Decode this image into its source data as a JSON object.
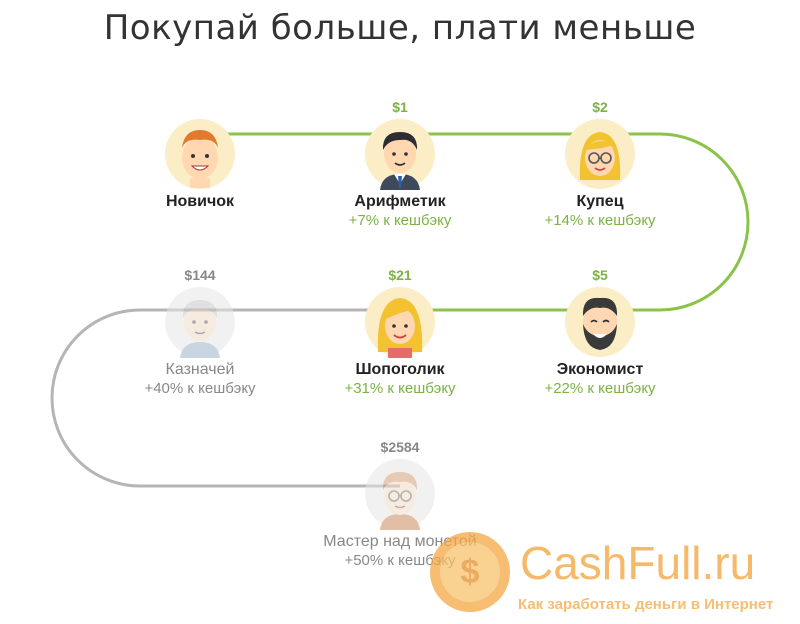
{
  "title": "Покупай больше, плати меньше",
  "colors": {
    "active": "#7cb342",
    "inactive": "#b5b5b5",
    "avatar_bg": "#fbeec6",
    "inactive_bg": "#e6e6e6",
    "watermark": "#f4a845"
  },
  "levels": [
    {
      "id": "novice",
      "price": "",
      "name": "Новичок",
      "bonus": "",
      "state": "active",
      "icon": "novice-avatar-icon"
    },
    {
      "id": "arifmetik",
      "price": "$1",
      "name": "Арифметик",
      "bonus": "+7% к кешбэку",
      "state": "active",
      "icon": "arifmetik-avatar-icon"
    },
    {
      "id": "kupets",
      "price": "$2",
      "name": "Купец",
      "bonus": "+14% к кешбэку",
      "state": "active",
      "icon": "kupets-avatar-icon"
    },
    {
      "id": "economist",
      "price": "$5",
      "name": "Экономист",
      "bonus": "+22% к кешбэку",
      "state": "active",
      "icon": "economist-avatar-icon"
    },
    {
      "id": "shopogolik",
      "price": "$21",
      "name": "Шопоголик",
      "bonus": "+31% к кешбэку",
      "state": "active",
      "icon": "shopogolik-avatar-icon"
    },
    {
      "id": "kaznachei",
      "price": "$144",
      "name": "Казначей",
      "bonus": "+40% к кешбэку",
      "state": "inactive",
      "icon": "kaznachei-avatar-icon"
    },
    {
      "id": "master",
      "price": "$2584",
      "name": "Мастер над монетой",
      "bonus": "+50% к кешбэку",
      "state": "inactive",
      "icon": "master-avatar-icon"
    }
  ],
  "watermark": {
    "brand": "CashFull.ru",
    "tagline": "Как заработать деньги в Интернет",
    "coin_symbol": "$"
  }
}
